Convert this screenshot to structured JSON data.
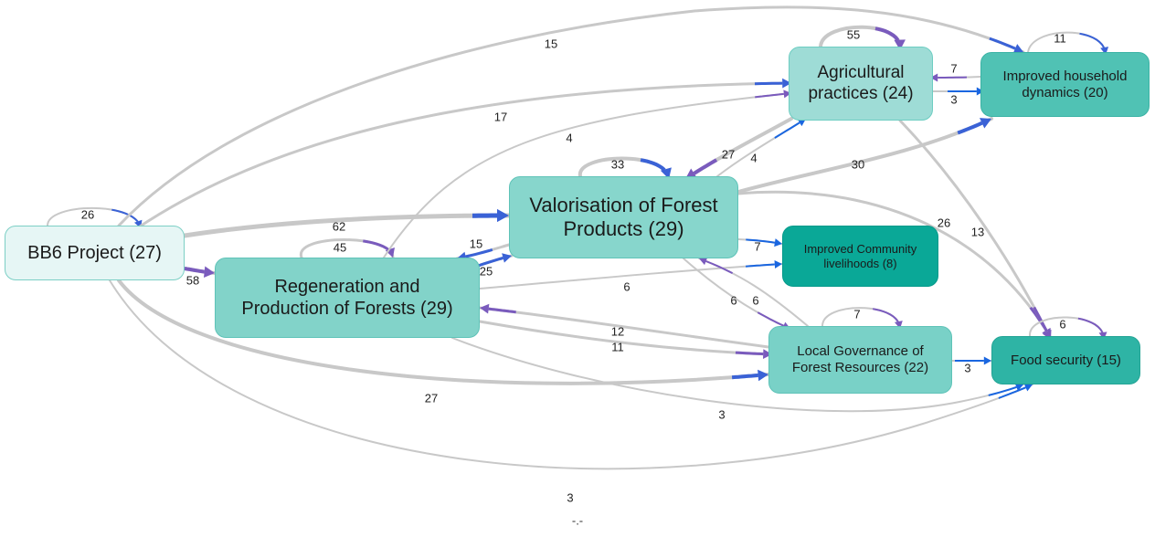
{
  "colors": {
    "edge_gray": "#c8c8c8",
    "arrow_blue": "#3a62d6",
    "arrow_purple": "#7a5bbd",
    "arrow_bright_blue": "#1a66e0"
  },
  "nodes": {
    "bb6": {
      "label": "BB6 Project (27)",
      "color": "#e6f6f5"
    },
    "regen": {
      "label": "Regeneration and Production of Forests (29)",
      "color": "#82d3c9"
    },
    "valor": {
      "label": "Valorisation of Forest Products (29)",
      "color": "#87d6cc"
    },
    "agri": {
      "label": "Agricultural practices (24)",
      "color": "#9edcd6"
    },
    "household": {
      "label": "Improved household dynamics (20)",
      "color": "#50c2b4"
    },
    "community": {
      "label": "Improved Community livelihoods (8)",
      "color": "#0aa897"
    },
    "governance": {
      "label": "Local Governance of Forest Resources (22)",
      "color": "#79d1c7"
    },
    "food": {
      "label": "Food security (15)",
      "color": "#2eb4a5"
    }
  },
  "edge_labels": {
    "bb6_self": "26",
    "bb6_household": "15",
    "bb6_agri": "17",
    "bb6_valor": "62",
    "bb6_regen": "58",
    "bb6_governance": "27",
    "bb6_food": "3",
    "regen_self": "45",
    "regen_agri": "4",
    "regen_valor": "25",
    "valor_regen": "15",
    "regen_community": "6",
    "regen_governance": "11",
    "governance_regen": "12",
    "regen_food": "3",
    "valor_self": "33",
    "agri_valor": "27",
    "valor_agri": "4",
    "valor_household": "30",
    "valor_community": "7",
    "valor_food": "26",
    "valor_governance": "6",
    "governance_valor": "6",
    "agri_self": "55",
    "household_agri": "7",
    "agri_household": "3",
    "agri_food": "13",
    "household_self": "11",
    "governance_self": "7",
    "governance_food": "3",
    "food_self": "6"
  },
  "footer": "-.-"
}
